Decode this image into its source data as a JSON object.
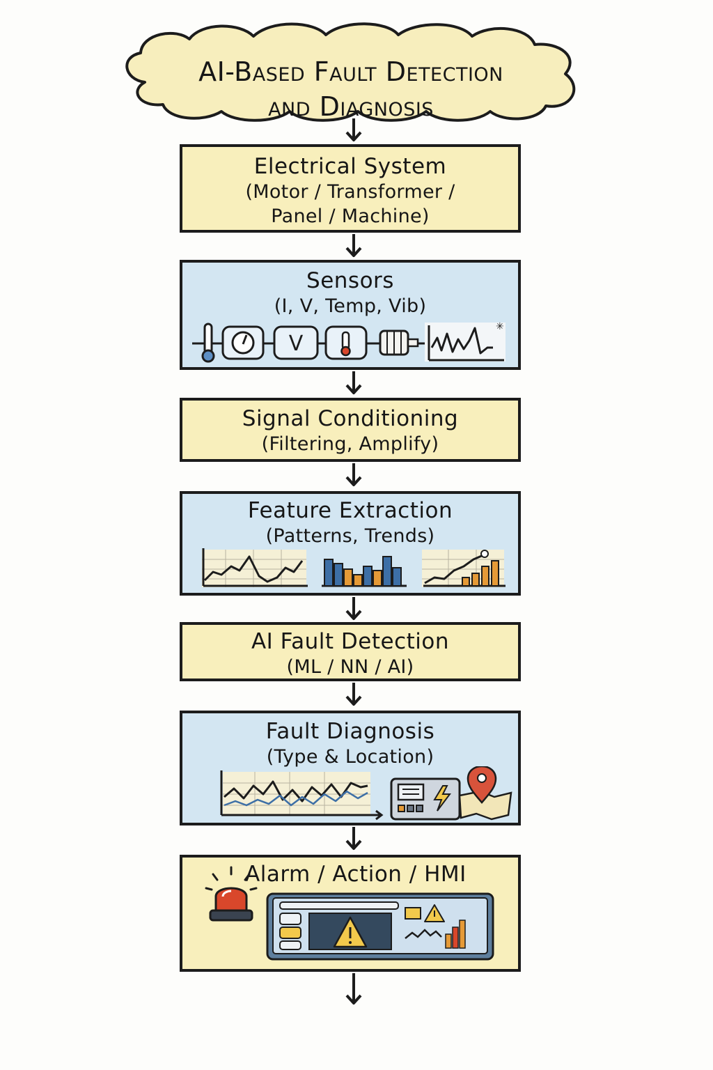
{
  "title": {
    "line1": "AI-Based Fault Detection",
    "line2": "and Diagnosis"
  },
  "steps": [
    {
      "title": "Electrical System",
      "sub1": "(Motor / Transformer /",
      "sub2": "Panel / Machine)"
    },
    {
      "title": "Sensors",
      "sub1": "(I, V, Temp, Vib)",
      "gauge_letter": "V"
    },
    {
      "title": "Signal Conditioning",
      "sub1": "(Filtering, Amplify)"
    },
    {
      "title": "Feature Extraction",
      "sub1": "(Patterns, Trends)"
    },
    {
      "title": "AI Fault Detection",
      "sub1": "(ML / NN / AI)"
    },
    {
      "title": "Fault Diagnosis",
      "sub1": "(Type & Location)"
    },
    {
      "title": "Alarm / Action / HMI"
    }
  ],
  "colors": {
    "yellow_box": "#f8efbc",
    "blue_box": "#d3e6f2",
    "cloud": "#f7eebd",
    "outline": "#1c1c1c",
    "alarm_red": "#d9472b",
    "warning_yellow": "#f2c94c",
    "bar_blue": "#3d6fa6",
    "bar_orange": "#e59a37",
    "pin_red": "#d8533b"
  },
  "icons": [
    "thermometer-icon",
    "gauge-icon",
    "voltmeter-icon",
    "thermometer-icon",
    "motor-icon",
    "vibration-chart-icon",
    "line-chart-icon",
    "bar-chart-icon",
    "trend-chart-icon",
    "waveform-chart-icon",
    "control-panel-icon",
    "location-pin-icon",
    "map-icon",
    "alarm-light-icon",
    "hmi-screen-icon",
    "warning-icon"
  ]
}
